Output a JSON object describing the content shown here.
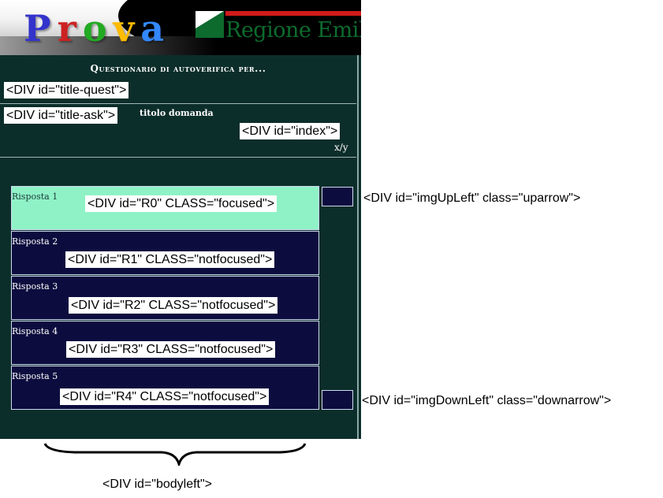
{
  "header": {
    "logo_letters": [
      "P",
      "r",
      "o",
      "v",
      "a"
    ],
    "region_text": "Regione Emilia-R"
  },
  "quest": {
    "title": "Questionario di autoverifica per...",
    "title_quest_div": "<DIV id=\"title-quest\">",
    "title_ask_div": "<DIV id=\"title-ask\">",
    "question_title": "titolo domanda",
    "index_div": "<DIV id=\"index\">",
    "index_value": "x/y"
  },
  "answers": [
    {
      "label": "Risposta 1",
      "div": "<DIV id=\"R0\" CLASS=\"focused\">",
      "state": "focused"
    },
    {
      "label": "Risposta 2",
      "div": "<DIV id=\"R1\" CLASS=\"notfocused\">",
      "state": "notfocused"
    },
    {
      "label": "Risposta 3",
      "div": "<DIV id=\"R2\" CLASS=\"notfocused\">",
      "state": "notfocused"
    },
    {
      "label": "Risposta 4",
      "div": "<DIV id=\"R3\" CLASS=\"notfocused\">",
      "state": "notfocused"
    },
    {
      "label": "Risposta 5",
      "div": "<DIV id=\"R4\" CLASS=\"notfocused\">",
      "state": "notfocused"
    }
  ],
  "annotations": {
    "up_arrow": "<DIV id=\"imgUpLeft\" class=\"uparrow\">",
    "down_arrow": "<DIV id=\"imgDownLeft\" class=\"downarrow\">",
    "body_left": "<DIV id=\"bodyleft\">"
  },
  "colors": {
    "panel_bg": "#0c2e2a",
    "focused_bg": "#8ff2c6",
    "notfocused_bg": "#0c0c3e"
  }
}
